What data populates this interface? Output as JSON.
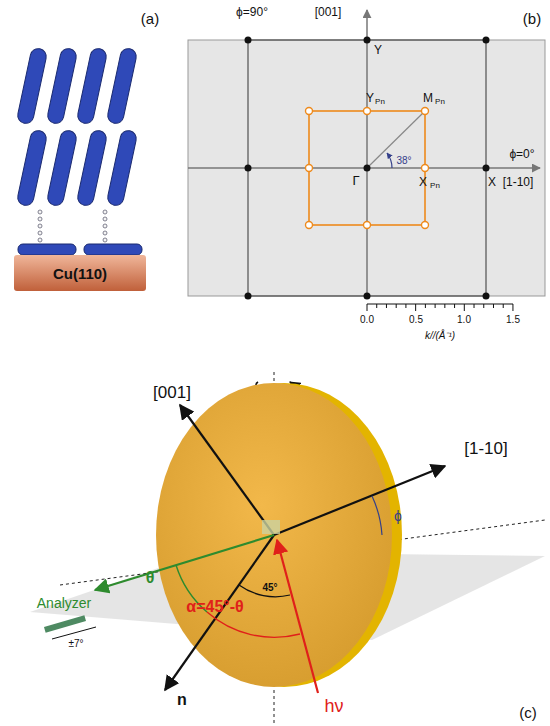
{
  "diagram": {
    "nodes": [
      {
        "text": [
          "Cu(110)"
        ]
      }
    ],
    "labels": [
      "(a)",
      "(b)",
      "ϕ=90°",
      "[001]",
      "Y",
      "Y",
      "Pn",
      "M",
      "Pn",
      "ϕ=0°",
      "[1-10]",
      "Γ",
      "38°",
      "X",
      "Pn",
      "X",
      "0.0",
      "0.5",
      "1.0",
      "1.5",
      "k//(Å⁻¹)",
      "[001]",
      "[1-10]",
      "ϕ",
      "45°",
      "θ",
      "α=45°-θ",
      "Analyzer",
      "±7°",
      "n",
      "hν",
      "(c)"
    ]
  }
}
